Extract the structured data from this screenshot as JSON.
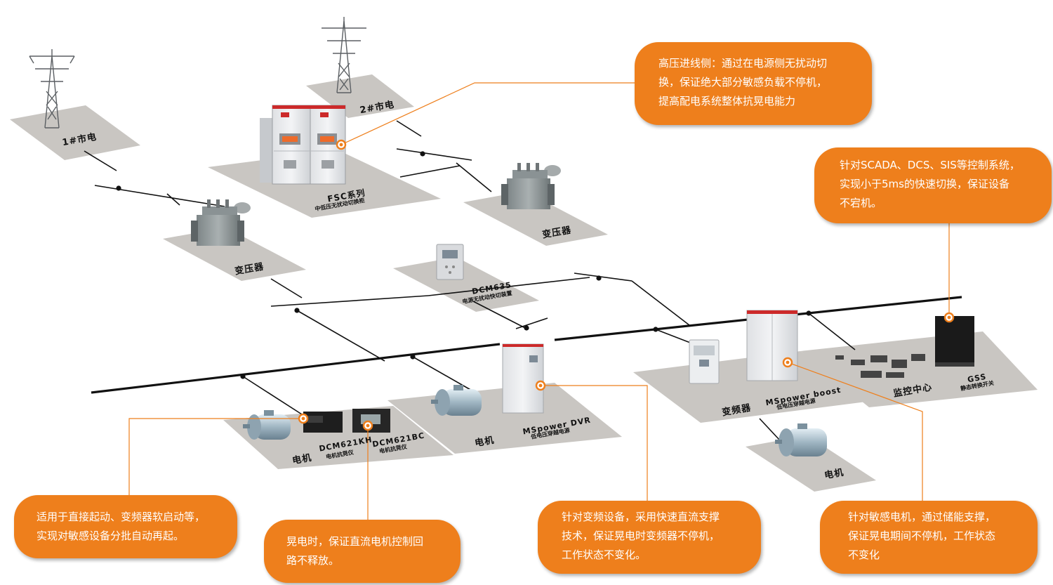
{
  "sources": {
    "grid1": "1#市电",
    "grid2": "2#市电"
  },
  "equipment": {
    "fsc_name": "FSC系列",
    "fsc_desc": "中低压无扰动切换柜",
    "transformer_left": "变压器",
    "transformer_right": "变压器",
    "dcm635_name": "DCM635",
    "dcm635_desc": "电源无扰动快切装置",
    "motor1": "电机",
    "dcm621kh_name": "DCM621KH",
    "dcm621kh_desc": "电机抗晃仪",
    "dcm621bc_name": "DCM621BC",
    "dcm621bc_desc": "电机抗晃仪",
    "motor2": "电机",
    "dvr_name": "MSpower DVR",
    "dvr_desc": "低电压穿越电源",
    "vfd": "变频器",
    "boost_name": "MSpower boost",
    "boost_desc": "低电压穿越电源",
    "motor3": "电机",
    "monitor": "监控中心",
    "gss_name": "GSS",
    "gss_desc": "静态转换开关"
  },
  "callouts": {
    "high_voltage": [
      "高压进线侧：通过在电源侧无扰动切",
      "换，保证绝大部分敏感负载不停机，",
      "提高配电系统整体抗晃电能力"
    ],
    "scada": [
      "针对SCADA、DCS、SIS等控制系统，",
      "实现小于5ms的快速切换，保证设备",
      "不宕机。"
    ],
    "restart": [
      "适用于直接起动、变频器软启动等，",
      "实现对敏感设备分批自动再起。"
    ],
    "dc_control": [
      "晃电时，保证直流电机控制回",
      "路不释放。"
    ],
    "vfd_support": [
      "针对变频设备，采用快速直流支撑",
      "技术，保证晃电时变频器不停机，",
      "工作状态不变化。"
    ],
    "sensitive_motor": [
      "针对敏感电机，通过储能支撑，",
      "保证晃电期间不停机，工作状态",
      "不变化"
    ]
  },
  "colors": {
    "accent": "#ee7f1c",
    "platform": "#c9c6c2",
    "busbar": "#111111",
    "cabinet": "#e9eaec",
    "cabinet_stripe": "#cc2a2a"
  }
}
